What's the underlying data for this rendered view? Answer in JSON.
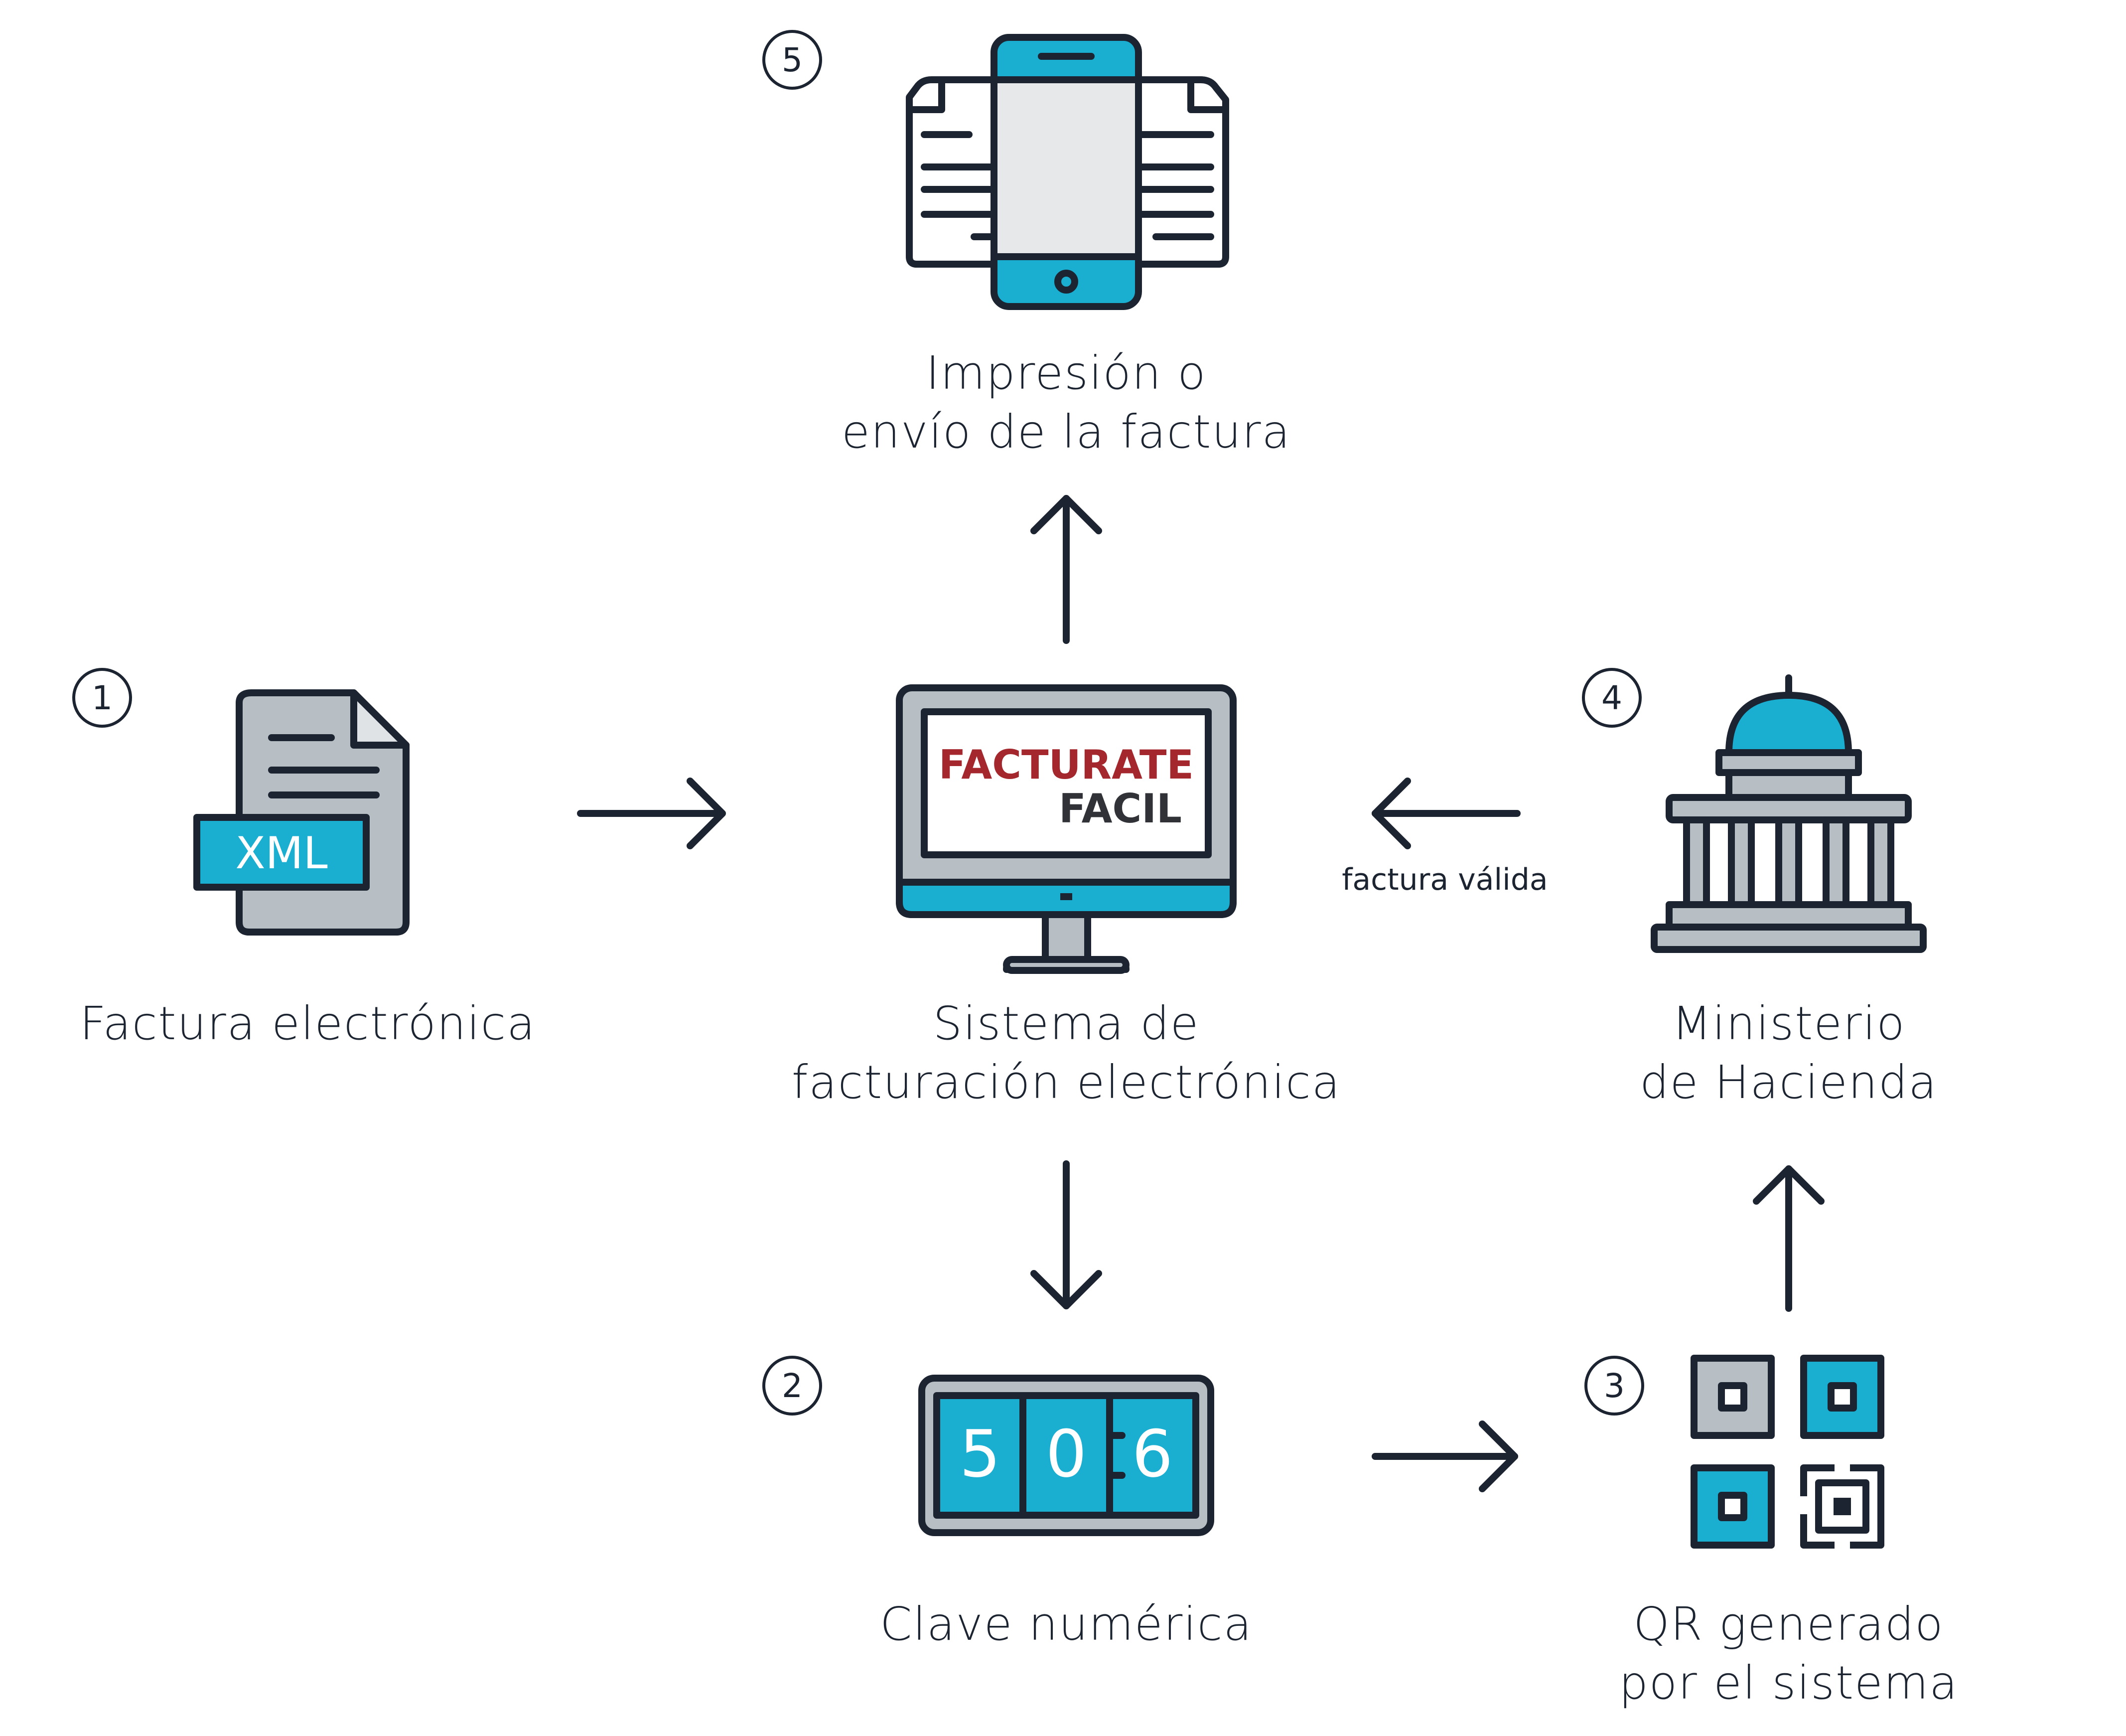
{
  "colors": {
    "outline": "#1b2430",
    "accent": "#1aaed1",
    "gray": "#b7bec4",
    "screen": "#e6e8ea",
    "brand_red": "#a3272c",
    "brand_dark": "#303237"
  },
  "nodes": {
    "xml_invoice": {
      "step": "1",
      "label": [
        "Factura electrónica"
      ],
      "icon": "xml-file-icon",
      "file_tag": "XML"
    },
    "billing_system": {
      "label": [
        "Sistema de",
        "facturación electrónica"
      ],
      "icon": "computer-monitor-icon",
      "brand_line1": "FACTURATE",
      "brand_line2": "FACIL"
    },
    "print_send": {
      "step": "5",
      "label": [
        "Impresión o",
        "envío de la factura"
      ],
      "icon": "mobile-documents-icon"
    },
    "numeric_key": {
      "step": "2",
      "label": [
        "Clave numérica"
      ],
      "icon": "counter-display-icon",
      "digits": [
        "5",
        "0",
        "6"
      ]
    },
    "qr_code": {
      "step": "3",
      "label": [
        "QR generado",
        "por el sistema"
      ],
      "icon": "qr-code-icon"
    },
    "ministry": {
      "step": "4",
      "label": [
        "Ministerio",
        "de Hacienda"
      ],
      "icon": "government-building-icon"
    }
  },
  "edges": {
    "ministry_to_system": {
      "label": "factura válida"
    }
  }
}
